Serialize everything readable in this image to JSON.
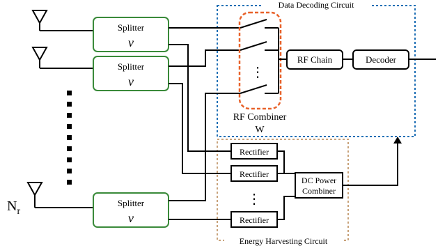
{
  "regions": {
    "data_decoding": "Data Decoding Circuit",
    "energy_harvesting": "Energy Harvesting Circuit"
  },
  "splitters": [
    {
      "label": "Splitter",
      "symbol": "v"
    },
    {
      "label": "Splitter",
      "symbol": "v"
    },
    {
      "label": "Splitter",
      "symbol": "v"
    }
  ],
  "rf_chain": "RF Chain",
  "decoder": "Decoder",
  "rf_combiner": {
    "label": "RF Combiner",
    "symbol": "W"
  },
  "rectifiers": [
    "Rectifier",
    "Rectifier",
    "Rectifier"
  ],
  "dc_combiner": {
    "line1": "DC Power",
    "line2": "Combiner"
  },
  "antenna_count": {
    "base": "N",
    "subscript": "r"
  },
  "vertical_ellipsis": "⋮",
  "colors": {
    "splitter_border": "#3a8a3a",
    "data_region": "#1f6fb5",
    "energy_region": "#c8a27a",
    "rf_combiner_highlight": "#e8622a",
    "line": "#000000"
  }
}
